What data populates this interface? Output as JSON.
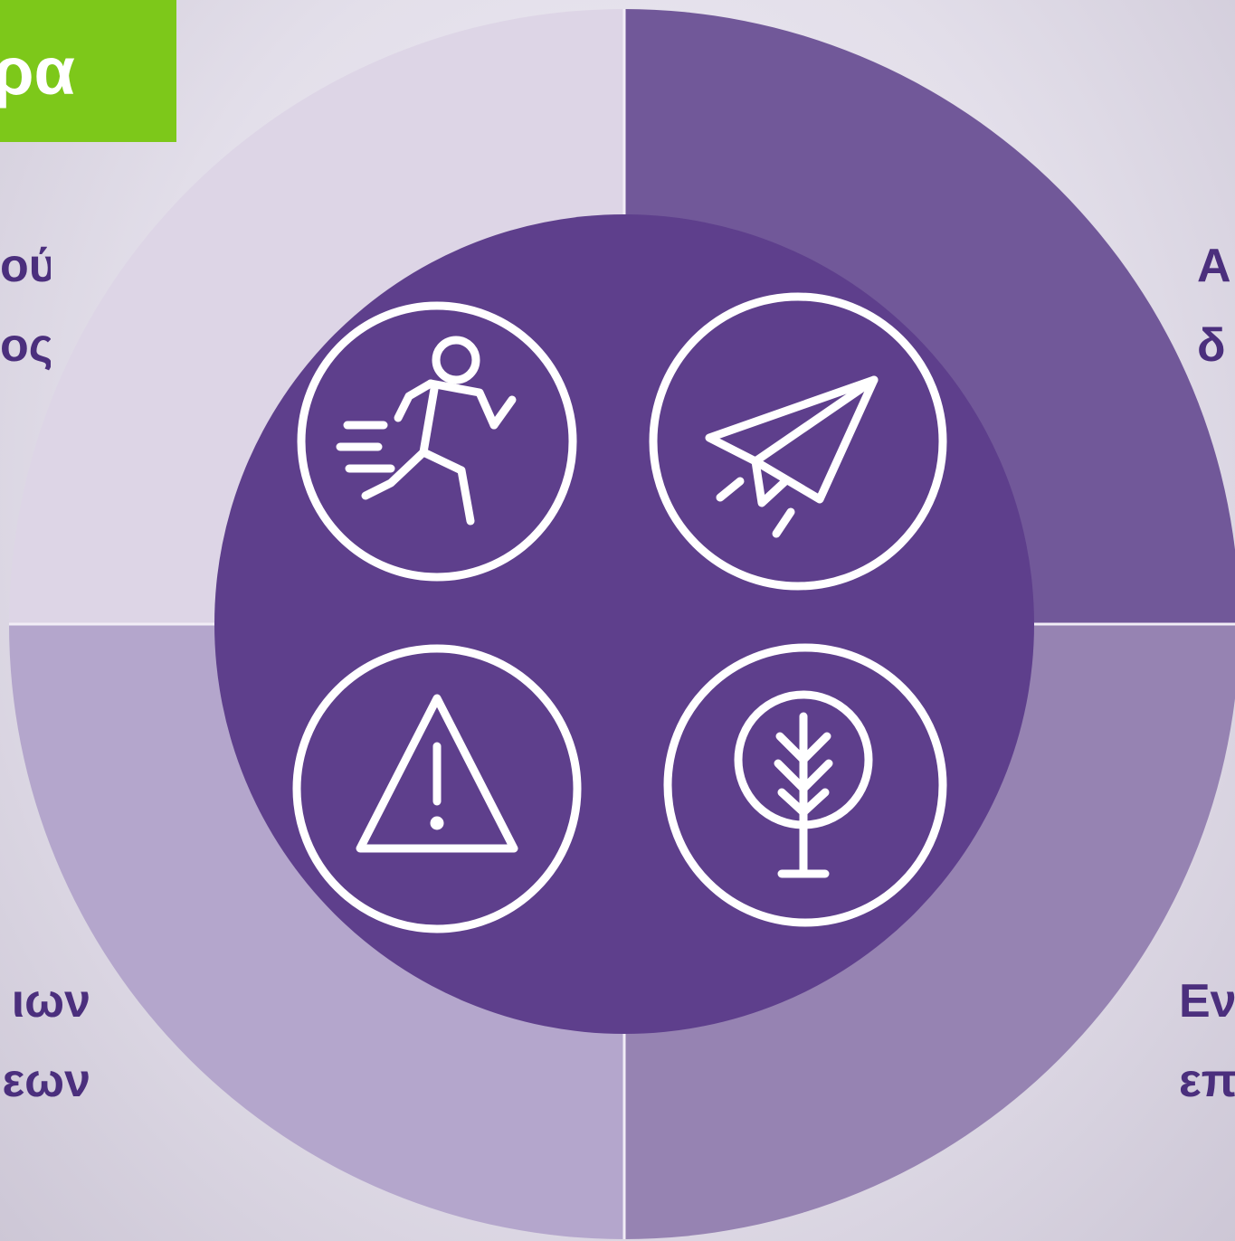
{
  "title": "ρα",
  "labels": {
    "top_left": [
      "ού",
      "ος"
    ],
    "top_right": [
      "Α",
      "δ"
    ],
    "bottom_left": [
      "ιων",
      "εων"
    ],
    "bottom_right": [
      "Εν",
      "επ"
    ]
  },
  "icons": [
    "running-person-icon",
    "paper-plane-icon",
    "warning-triangle-icon",
    "tree-icon"
  ],
  "colors": {
    "title_bg": "#7dc81a",
    "ring_top_left": "#ddd5e6",
    "ring_top_right": "#715899",
    "ring_bottom_left": "#b4a6cc",
    "ring_bottom_right": "#9683b2",
    "center": "#5e3f8c",
    "label_text": "#4b2f7d"
  }
}
